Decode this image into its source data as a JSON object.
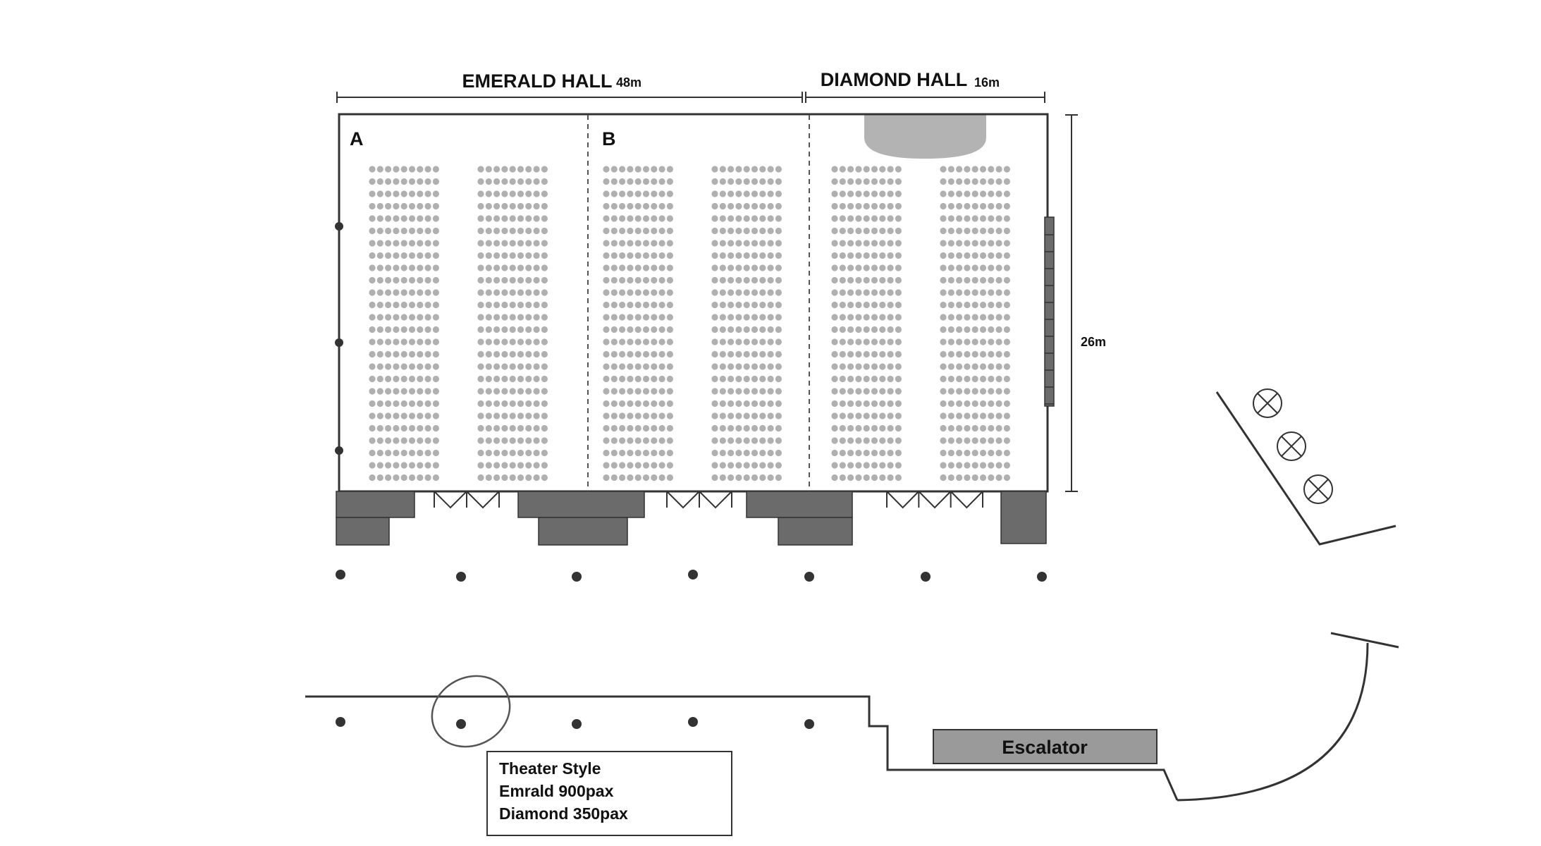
{
  "halls": {
    "emerald": {
      "name": "EMERALD HALL",
      "width": "48m"
    },
    "diamond": {
      "name": "DIAMOND HALL",
      "width": "16m"
    },
    "depth": "26m"
  },
  "rooms": {
    "a": "A",
    "b": "B"
  },
  "escalator": "Escalator",
  "legend": {
    "style": "Theater Style",
    "emerald_capacity": "Emrald 900pax",
    "diamond_capacity": "Diamond 350pax"
  },
  "colors": {
    "wall": "#333333",
    "seat": "#b0b0b0",
    "block": "#6b6b6b",
    "stage": "#b3b3b3",
    "escalator": "#9a9a9a"
  }
}
